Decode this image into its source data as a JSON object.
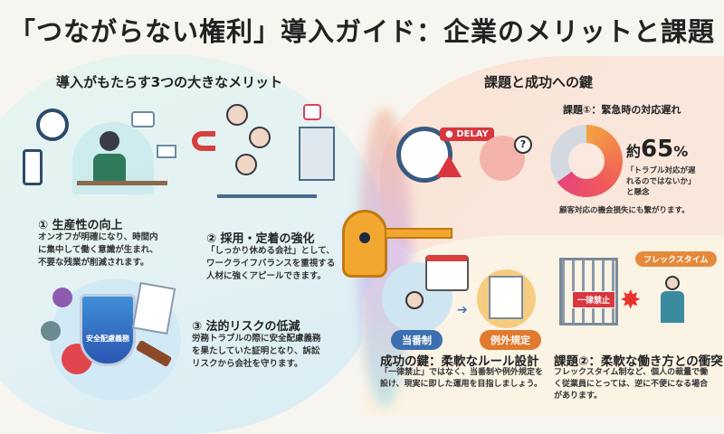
{
  "title": "「つながらない権利」導入ガイド：企業のメリットと課題",
  "left": {
    "heading": "導入がもたらす3つの大きなメリット",
    "items": [
      {
        "title": "① 生産性の向上",
        "body": "オンオフが明確になり、時間内に集中して働く意識が生まれ、不要な残業が削減されます。"
      },
      {
        "title": "② 採用・定着の強化",
        "body": "「しっかり休める会社」として、ワークライフバランスを重視する人材に強くアピールできます。"
      },
      {
        "title": "③ 法的リスクの低減",
        "body": "労務トラブルの際に安全配慮義務を果たしていた証明となり、訴訟リスクから会社を守ります。",
        "shield_label": "安全配慮義務"
      }
    ]
  },
  "right": {
    "heading": "課題と成功への鍵",
    "issue1": {
      "title": "課題①：緊急時の対応遅れ",
      "delay_badge": "DELAY",
      "prefix": "約",
      "value": "65",
      "unit": "%",
      "percent": 65,
      "caption": "「トラブル対応が遅れるのではないか」と懸念",
      "note": "顧客対応の機会損失にも繋がります。"
    },
    "key": {
      "badges": [
        "当番制",
        "例外規定"
      ],
      "title": "成功の鍵：柔軟なルール設計",
      "body": "「一律禁止」ではなく、当番制や例外規定を設け、現実に即した運用を目指しましょう。"
    },
    "issue2": {
      "title": "課題②：柔軟な働き方との衝突",
      "gate_label": "一律禁止",
      "flex_badge": "フレックスタイム",
      "body": "フレックスタイム制など、個人の裁量で働く従業員にとっては、逆に不便になる場合があります。"
    }
  },
  "colors": {
    "donut_fill": "#ef5a5a",
    "donut_rest": "#d3d9e0",
    "badge_blue": "#3b6fb0",
    "badge_orange": "#e07a2e",
    "delay": "#d9363e"
  }
}
